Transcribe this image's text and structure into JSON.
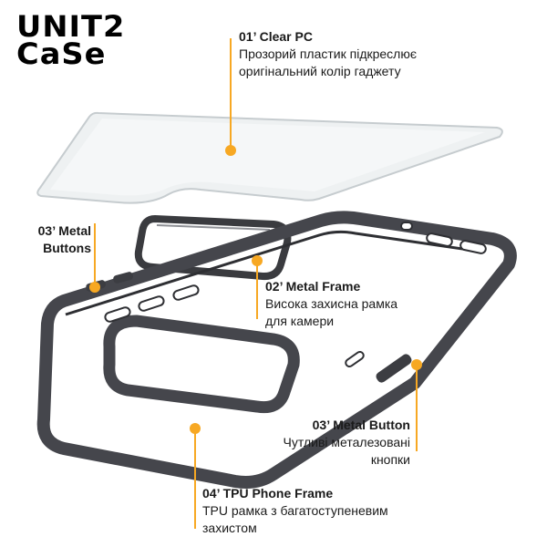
{
  "brand": {
    "line1": "UNIT2",
    "line2": "CaSe"
  },
  "accent_color": "#f7a823",
  "parts": {
    "clear_pc": {
      "title": "01’ Clear PC",
      "line1": "Прозорий пластик підкреслює",
      "line2": "оригінальний колір гаджету"
    },
    "metal_buttons": {
      "line1": "03’ Metal",
      "line2": "Buttons"
    },
    "metal_frame": {
      "title": "02’ Metal Frame",
      "line1": "Висока захисна рамка",
      "line2": "для камери"
    },
    "metal_button": {
      "title": "03’ Metal Button",
      "line1": "Чутливі металезовані",
      "line2": "кнопки"
    },
    "tpu_frame": {
      "title": "04’ TPU Phone Frame",
      "line1": "TPU рамка з багатоступеневим",
      "line2": "захистом"
    }
  }
}
